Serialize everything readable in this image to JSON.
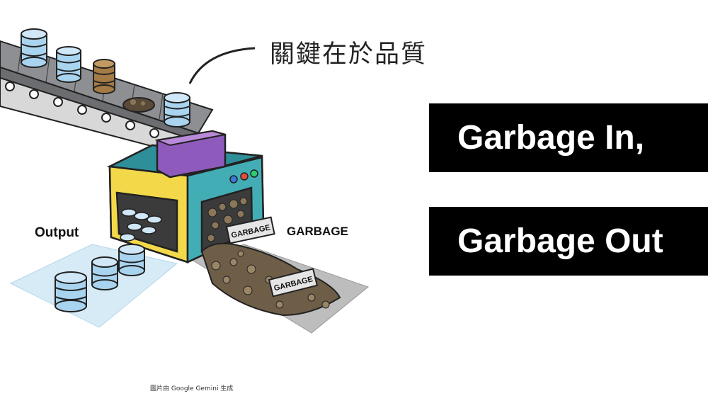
{
  "callout": {
    "text": "關鍵在於品質"
  },
  "labels": {
    "output": "Output",
    "garbage": "GARBAGE",
    "sign1": "GARBAGE",
    "sign2": "GARBAGE"
  },
  "banners": {
    "line1": "Garbage In,",
    "line2": "Garbage Out"
  },
  "credit": "圖片由 Google Gemini 生成",
  "colors": {
    "database_blue": "#a9d4ef",
    "machine_yellow": "#f3d94a",
    "machine_teal": "#3fa7b0",
    "hopper_purple": "#8e5bbd",
    "output_area": "#d7ebf7",
    "garbage_area": "#bdbdbd"
  }
}
